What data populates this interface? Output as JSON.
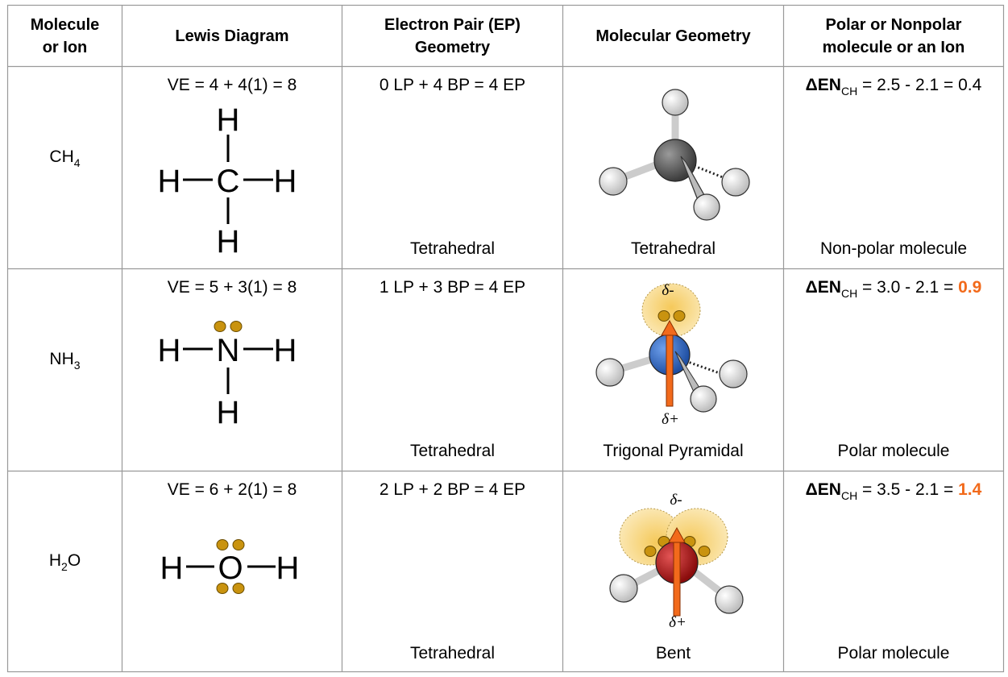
{
  "headers": {
    "col1_line1": "Molecule",
    "col1_line2": "or Ion",
    "col2": "Lewis Diagram",
    "col3_line1": "Electron Pair (EP)",
    "col3_line2": "Geometry",
    "col4": "Molecular Geometry",
    "col5_line1": "Polar or Nonpolar",
    "col5_line2": "molecule or an Ion"
  },
  "rows": [
    {
      "formula_main": "CH",
      "formula_sub": "4",
      "formula_tail": "",
      "ve": "VE = 4 + 4(1) = 8",
      "ep_count": "0 LP + 4 BP = 4 EP",
      "ep_geometry": "Tetrahedral",
      "molecular_geometry": "Tetrahedral",
      "den_prefix": "ΔEN",
      "den_sub": "CH",
      "den_expr": " = 2.5 - 2.1 = ",
      "den_value": "0.4",
      "den_highlight": false,
      "polarity": "Non-polar molecule",
      "lewis": {
        "center": "C",
        "h": "H"
      }
    },
    {
      "formula_main": "NH",
      "formula_sub": "3",
      "formula_tail": "",
      "ve": "VE = 5 + 3(1) = 8",
      "ep_count": "1 LP + 3 BP = 4 EP",
      "ep_geometry": "Tetrahedral",
      "molecular_geometry": "Trigonal Pyramidal",
      "den_prefix": "ΔEN",
      "den_sub": "CH",
      "den_expr": " = 3.0 - 2.1 = ",
      "den_value": "0.9",
      "den_highlight": true,
      "polarity": "Polar molecule",
      "lewis": {
        "center": "N",
        "h": "H"
      },
      "dipole": {
        "minus": "δ-",
        "plus": "δ+"
      }
    },
    {
      "formula_main": "H",
      "formula_sub": "2",
      "formula_tail": "O",
      "ve": "VE = 6 + 2(1) = 8",
      "ep_count": "2 LP + 2 BP = 4 EP",
      "ep_geometry": "Tetrahedral",
      "molecular_geometry": "Bent",
      "den_prefix": "ΔEN",
      "den_sub": "CH",
      "den_expr": " = 3.5 - 2.1 = ",
      "den_value": "1.4",
      "den_highlight": true,
      "polarity": "Polar molecule",
      "lewis": {
        "center": "O",
        "h": "H"
      },
      "dipole": {
        "minus": "δ-",
        "plus": "δ+"
      }
    }
  ],
  "colors": {
    "border": "#999999",
    "highlight": "#f26a1b",
    "lone_pair": "#c9930f",
    "carbon": "#555555",
    "nitrogen": "#2a66c7",
    "oxygen": "#b41414",
    "hydrogen": "#e6e6e6",
    "lobe": "#f7d98a"
  }
}
